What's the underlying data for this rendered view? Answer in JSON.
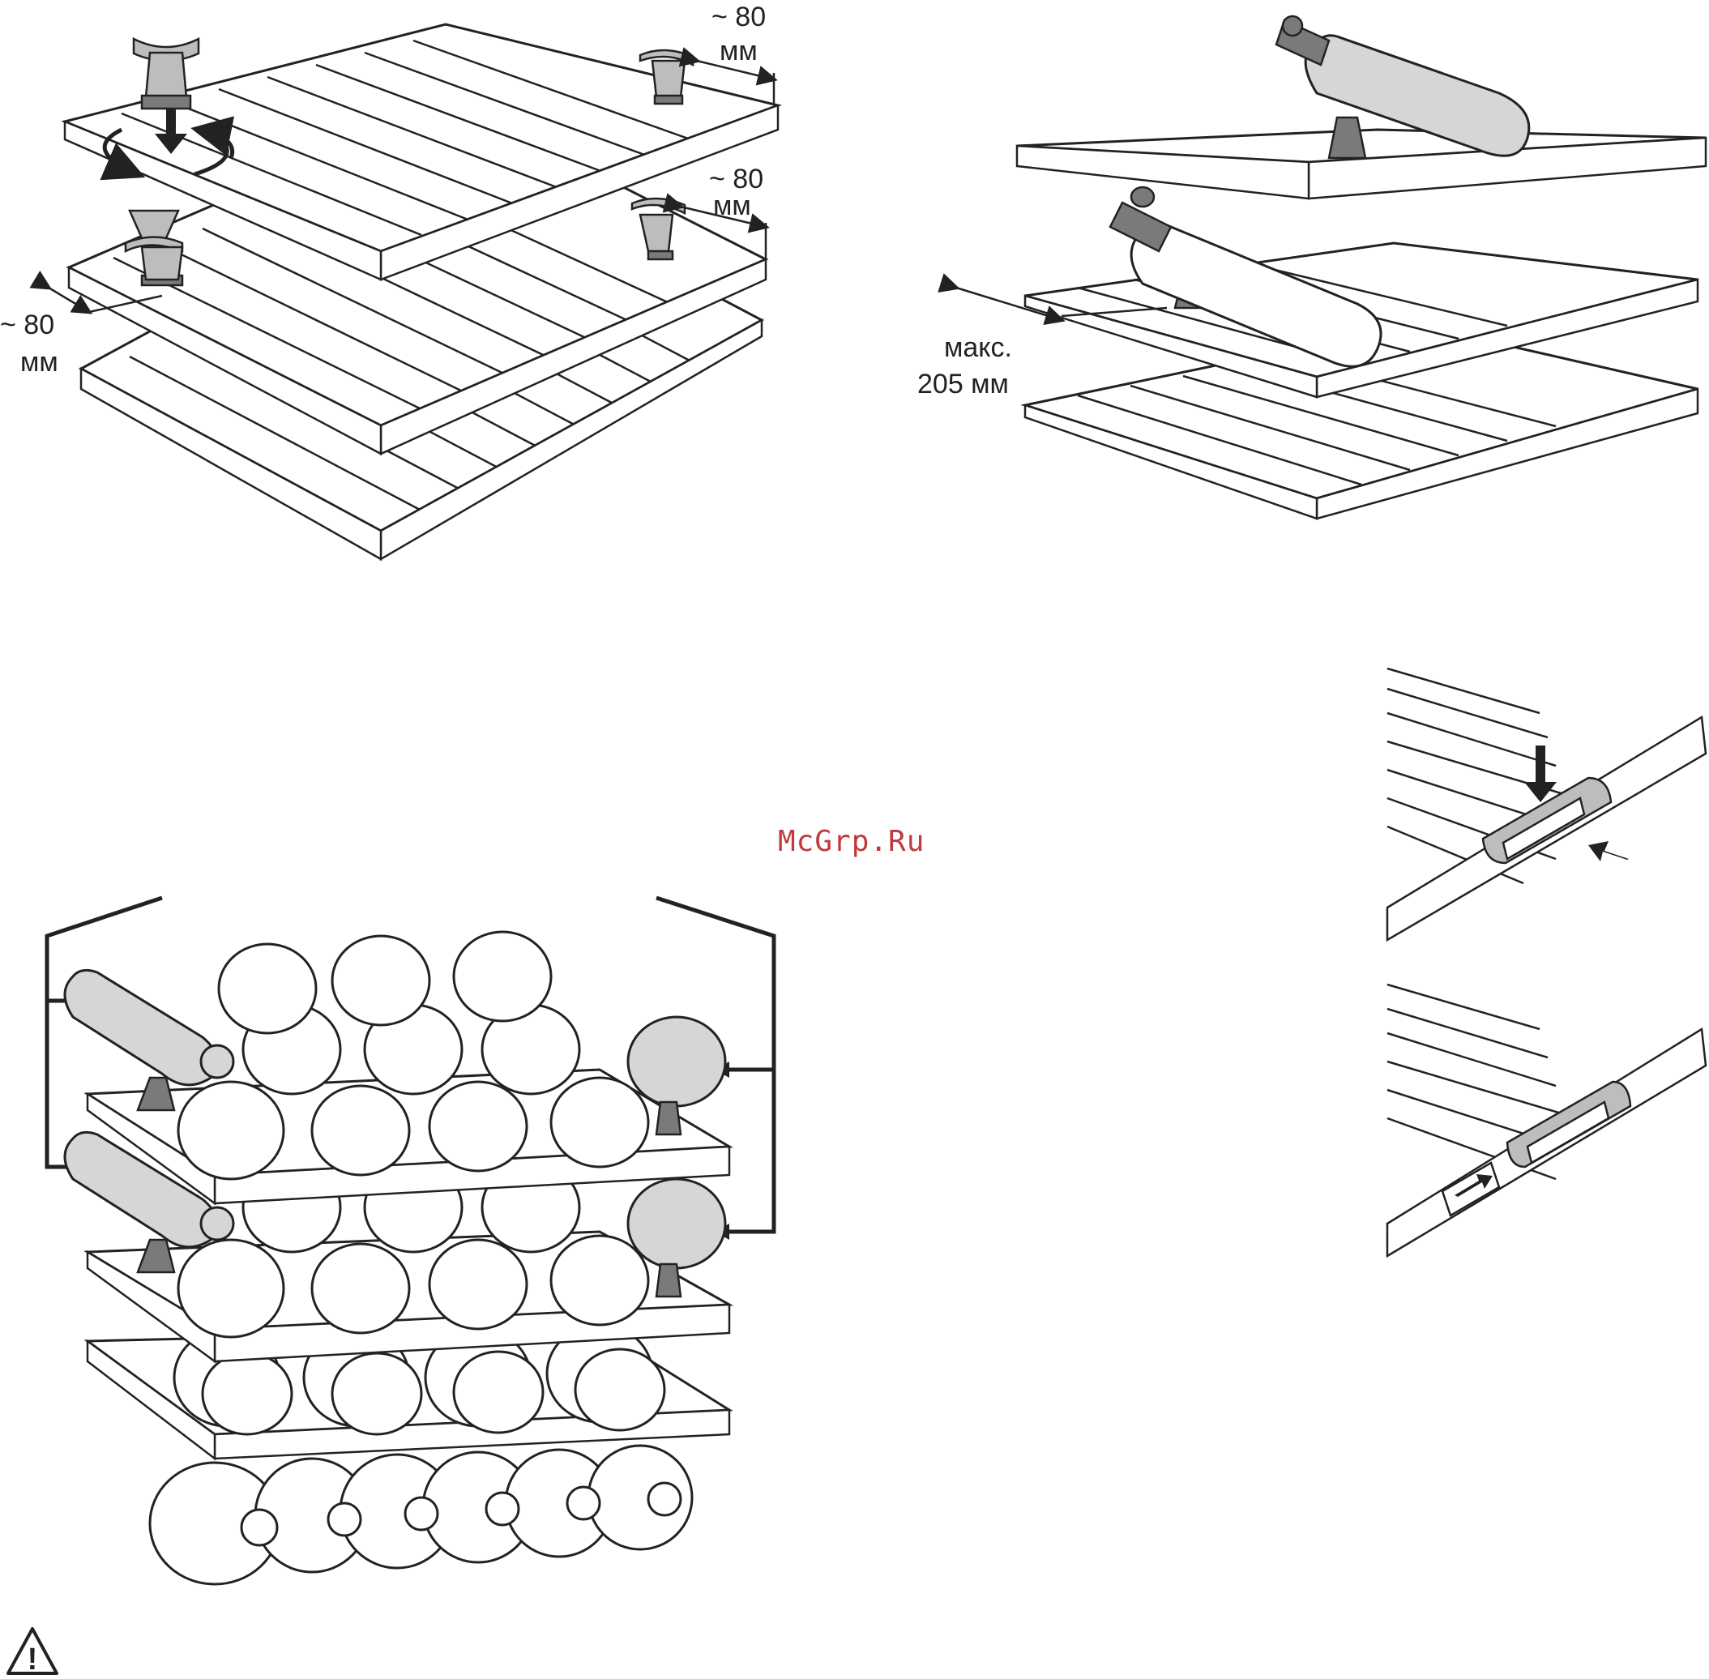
{
  "figure1": {
    "label_top_value": "~ 80",
    "label_top_unit": "мм",
    "label_mid_value": "~ 80",
    "label_mid_unit": "мм",
    "label_left_value": "~ 80",
    "label_left_unit": "мм"
  },
  "figure2": {
    "label_max": "макс.",
    "label_max_value": "205 мм"
  },
  "watermark": "McGrp.Ru",
  "warning_icon": "warning-triangle-icon",
  "warning_symbol": "!"
}
